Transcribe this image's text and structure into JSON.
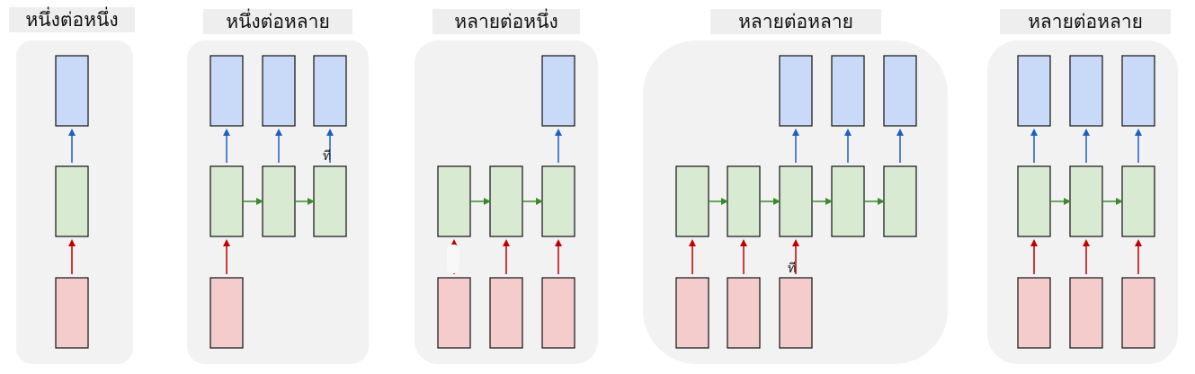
{
  "colors": {
    "panel_bg": "#f2f2f2",
    "title_bg": "#eeeeee",
    "input_fill": "#f4cccc",
    "hidden_fill": "#d9ead3",
    "output_fill": "#c9daf8",
    "input_arrow": "#c00000",
    "recurrent_arrow": "#3b8a2a",
    "output_arrow": "#1f5fbf"
  },
  "diagrams": [
    {
      "title": "หนึ่งต่อหนึ่ง",
      "inputs": [
        true
      ],
      "hidden": [
        true
      ],
      "outputs": [
        true
      ],
      "annotation": ""
    },
    {
      "title": "หนึ่งต่อหลาย",
      "inputs": [
        true,
        false,
        false
      ],
      "hidden": [
        true,
        true,
        true
      ],
      "outputs": [
        true,
        true,
        true
      ],
      "annotation": "ที"
    },
    {
      "title": "หลายต่อหนึ่ง",
      "inputs": [
        true,
        true,
        true
      ],
      "hidden": [
        true,
        true,
        true
      ],
      "outputs": [
        false,
        false,
        true
      ],
      "annotation": ""
    },
    {
      "title": "หลายต่อหลาย",
      "inputs": [
        true,
        true,
        true,
        false,
        false
      ],
      "hidden": [
        true,
        true,
        true,
        true,
        true
      ],
      "outputs": [
        false,
        false,
        true,
        true,
        true
      ],
      "annotation": "ที"
    },
    {
      "title": "หลายต่อหลาย",
      "inputs": [
        true,
        true,
        true
      ],
      "hidden": [
        true,
        true,
        true
      ],
      "outputs": [
        true,
        true,
        true
      ],
      "annotation": ""
    }
  ]
}
